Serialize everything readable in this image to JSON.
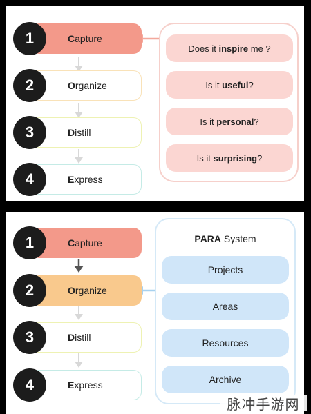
{
  "top_panel": {
    "steps": [
      {
        "num": "1",
        "first": "C",
        "rest": "apture"
      },
      {
        "num": "2",
        "first": "O",
        "rest": "rganize"
      },
      {
        "num": "3",
        "first": "D",
        "rest": "istill"
      },
      {
        "num": "4",
        "first": "E",
        "rest": "xpress"
      }
    ],
    "questions": [
      {
        "pre": "Does it ",
        "bold": "inspire",
        "post": " me ?"
      },
      {
        "pre": "Is it ",
        "bold": "useful",
        "post": "?"
      },
      {
        "pre": "Is it ",
        "bold": "personal",
        "post": "?"
      },
      {
        "pre": "Is it ",
        "bold": "surprising",
        "post": "?"
      }
    ]
  },
  "bottom_panel": {
    "steps": [
      {
        "num": "1",
        "first": "C",
        "rest": "apture"
      },
      {
        "num": "2",
        "first": "O",
        "rest": "rganize"
      },
      {
        "num": "3",
        "first": "D",
        "rest": "istill"
      },
      {
        "num": "4",
        "first": "E",
        "rest": "xpress"
      }
    ],
    "para_title_bold": "PARA",
    "para_title_rest": " System",
    "para_items": [
      "Projects",
      "Areas",
      "Resources",
      "Archive"
    ]
  },
  "colors": {
    "capture": "#f3998a",
    "organize": "#f9c98d",
    "question_bg": "#fbd6d2",
    "para_bg": "#d0e6f9"
  },
  "watermark": "脉冲手游网"
}
